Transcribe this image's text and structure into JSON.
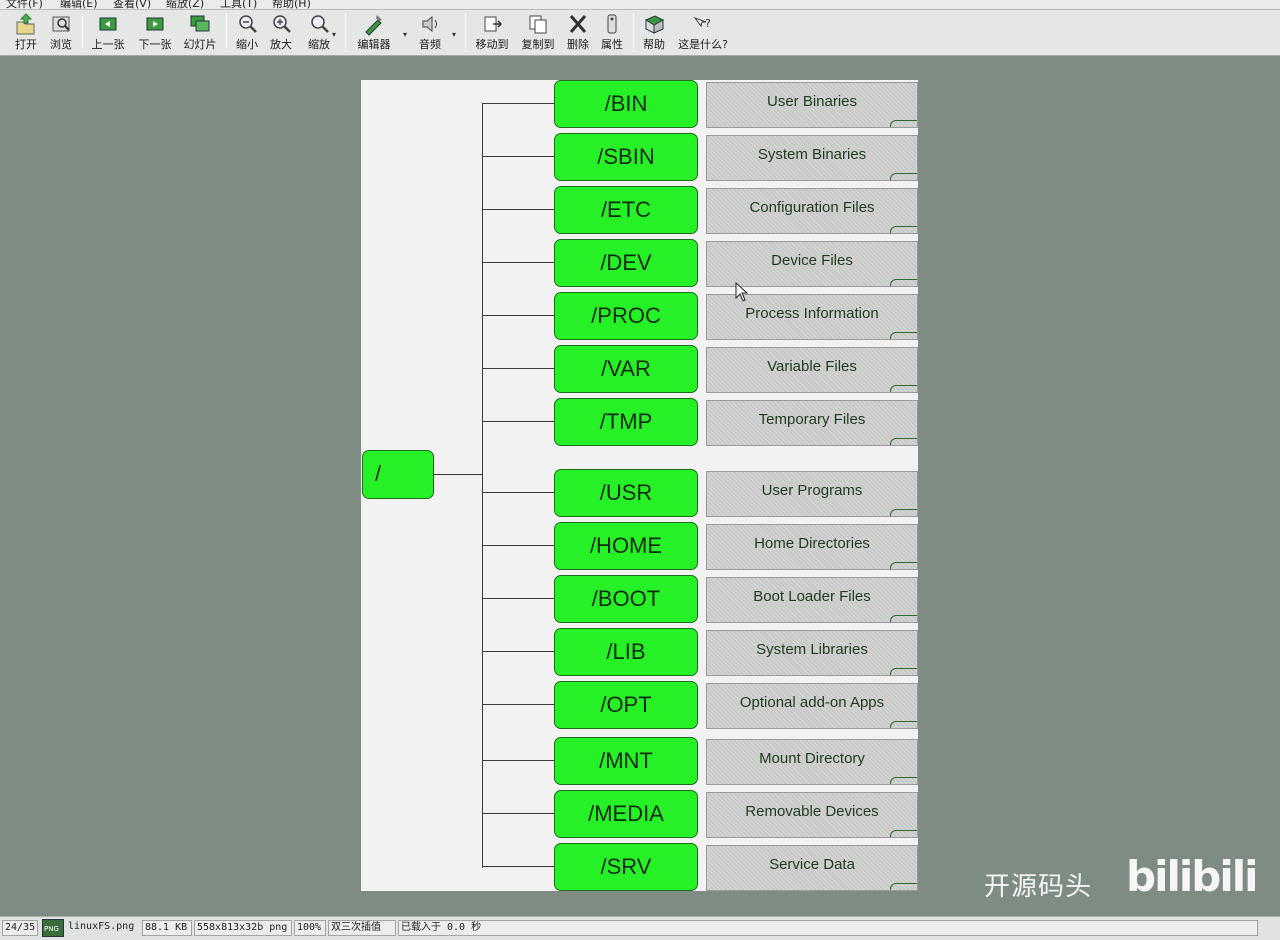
{
  "menu": [
    "文件(F)",
    "编辑(E)",
    "查看(V)",
    "缩放(Z)",
    "工具(T)",
    "帮助(H)"
  ],
  "toolbar": {
    "open": "打开",
    "browse": "浏览",
    "prev": "上一张",
    "next": "下一张",
    "slideshow": "幻灯片",
    "zoom_out": "缩小",
    "zoom_in": "放大",
    "zoom": "缩放",
    "editor": "编辑器",
    "audio": "音频",
    "move_to": "移动到",
    "copy_to": "复制到",
    "delete": "删除",
    "properties": "属性",
    "help": "帮助",
    "whats_this": "这是什么?"
  },
  "diagram": {
    "root": "/",
    "dirs": [
      {
        "name": "/BIN",
        "desc": "User Binaries"
      },
      {
        "name": "/SBIN",
        "desc": "System Binaries"
      },
      {
        "name": "/ETC",
        "desc": "Configuration Files"
      },
      {
        "name": "/DEV",
        "desc": "Device Files"
      },
      {
        "name": "/PROC",
        "desc": "Process Information"
      },
      {
        "name": "/VAR",
        "desc": "Variable Files"
      },
      {
        "name": "/TMP",
        "desc": "Temporary Files"
      },
      {
        "name": "/USR",
        "desc": "User Programs"
      },
      {
        "name": "/HOME",
        "desc": "Home Directories"
      },
      {
        "name": "/BOOT",
        "desc": "Boot Loader Files"
      },
      {
        "name": "/LIB",
        "desc": "System Libraries"
      },
      {
        "name": "/OPT",
        "desc": "Optional add-on Apps"
      },
      {
        "name": "/MNT",
        "desc": "Mount Directory"
      },
      {
        "name": "/MEDIA",
        "desc": "Removable Devices"
      },
      {
        "name": "/SRV",
        "desc": "Service Data"
      }
    ]
  },
  "status": {
    "index": "24/35",
    "file_type_icon": "PNG",
    "filename": "linuxFS.png",
    "filesize": "88.1 KB",
    "dimensions": "558x813x32b png",
    "zoom": "100%",
    "interpolation": "双三次插值",
    "load_time": "已载入于 0.0 秒"
  },
  "watermark": {
    "text": "开源码头",
    "logo": "bilibili"
  },
  "colors": {
    "dir_fill": "#26f026",
    "desc_fill": "#c9c9c9",
    "background": "#7f8c84"
  }
}
